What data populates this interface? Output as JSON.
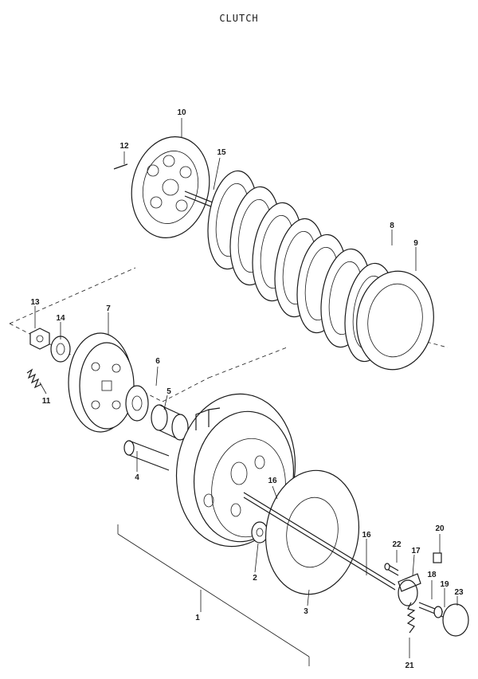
{
  "title": "CLUTCH",
  "parts": {
    "p1": "1",
    "p2": "2",
    "p3": "3",
    "p4": "4",
    "p5": "5",
    "p6": "6",
    "p7": "7",
    "p8": "8",
    "p9": "9",
    "p10": "10",
    "p11": "11",
    "p12": "12",
    "p13": "13",
    "p14": "14",
    "p15": "15",
    "p16a": "16",
    "p16b": "16",
    "p17": "17",
    "p18": "18",
    "p19": "19",
    "p20": "20",
    "p21": "21",
    "p22": "22",
    "p23": "23"
  }
}
